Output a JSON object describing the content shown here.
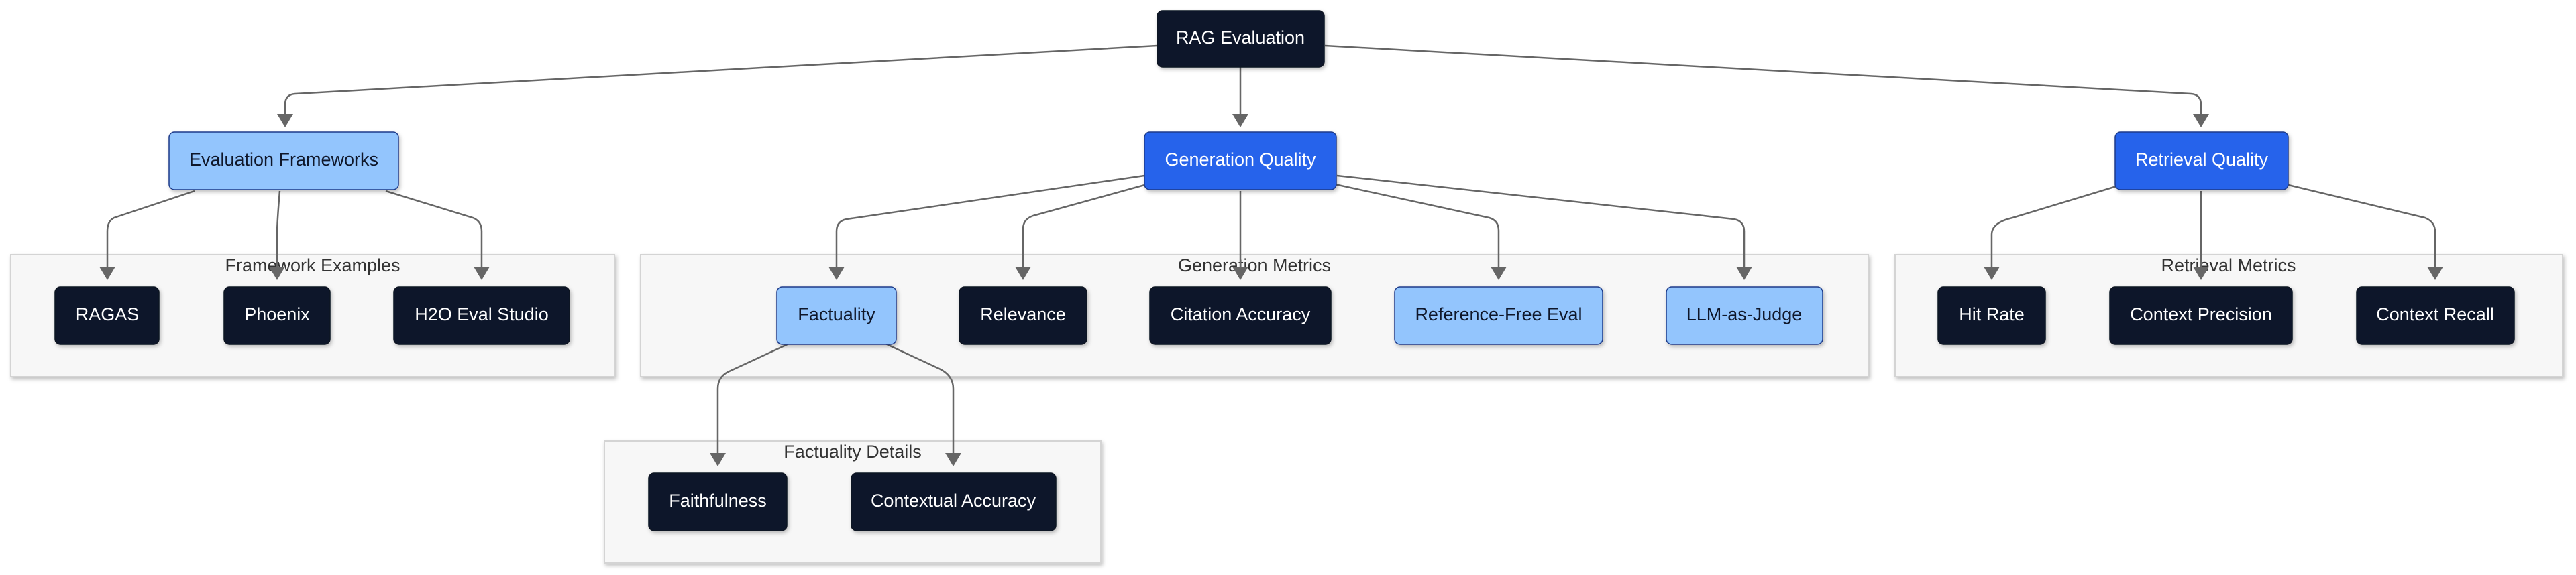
{
  "colors": {
    "dark_node": "#0f172a",
    "blue_node": "#2563eb",
    "light_node": "#93c5fd",
    "edge": "#666666",
    "cluster_fill": "#f7f7f7",
    "cluster_border": "#d4d4d4"
  },
  "nodes": {
    "rag_evaluation": "RAG Evaluation",
    "evaluation_frameworks": "Evaluation Frameworks",
    "generation_quality": "Generation Quality",
    "retrieval_quality": "Retrieval Quality",
    "ragas": "RAGAS",
    "phoenix": "Phoenix",
    "h2o_eval_studio": "H2O Eval Studio",
    "factuality": "Factuality",
    "relevance": "Relevance",
    "citation_accuracy": "Citation Accuracy",
    "reference_free_eval": "Reference-Free Eval",
    "llm_as_judge": "LLM-as-Judge",
    "hit_rate": "Hit Rate",
    "context_precision": "Context Precision",
    "context_recall": "Context Recall",
    "faithfulness": "Faithfulness",
    "contextual_accuracy": "Contextual Accuracy"
  },
  "clusters": {
    "framework_examples": "Framework Examples",
    "generation_metrics": "Generation Metrics",
    "retrieval_metrics": "Retrieval Metrics",
    "factuality_details": "Factuality Details"
  },
  "edges": [
    [
      "rag_evaluation",
      "evaluation_frameworks"
    ],
    [
      "rag_evaluation",
      "generation_quality"
    ],
    [
      "rag_evaluation",
      "retrieval_quality"
    ],
    [
      "evaluation_frameworks",
      "ragas"
    ],
    [
      "evaluation_frameworks",
      "phoenix"
    ],
    [
      "evaluation_frameworks",
      "h2o_eval_studio"
    ],
    [
      "generation_quality",
      "factuality"
    ],
    [
      "generation_quality",
      "relevance"
    ],
    [
      "generation_quality",
      "citation_accuracy"
    ],
    [
      "generation_quality",
      "reference_free_eval"
    ],
    [
      "generation_quality",
      "llm_as_judge"
    ],
    [
      "retrieval_quality",
      "hit_rate"
    ],
    [
      "retrieval_quality",
      "context_precision"
    ],
    [
      "retrieval_quality",
      "context_recall"
    ],
    [
      "factuality",
      "faithfulness"
    ],
    [
      "factuality",
      "contextual_accuracy"
    ]
  ]
}
